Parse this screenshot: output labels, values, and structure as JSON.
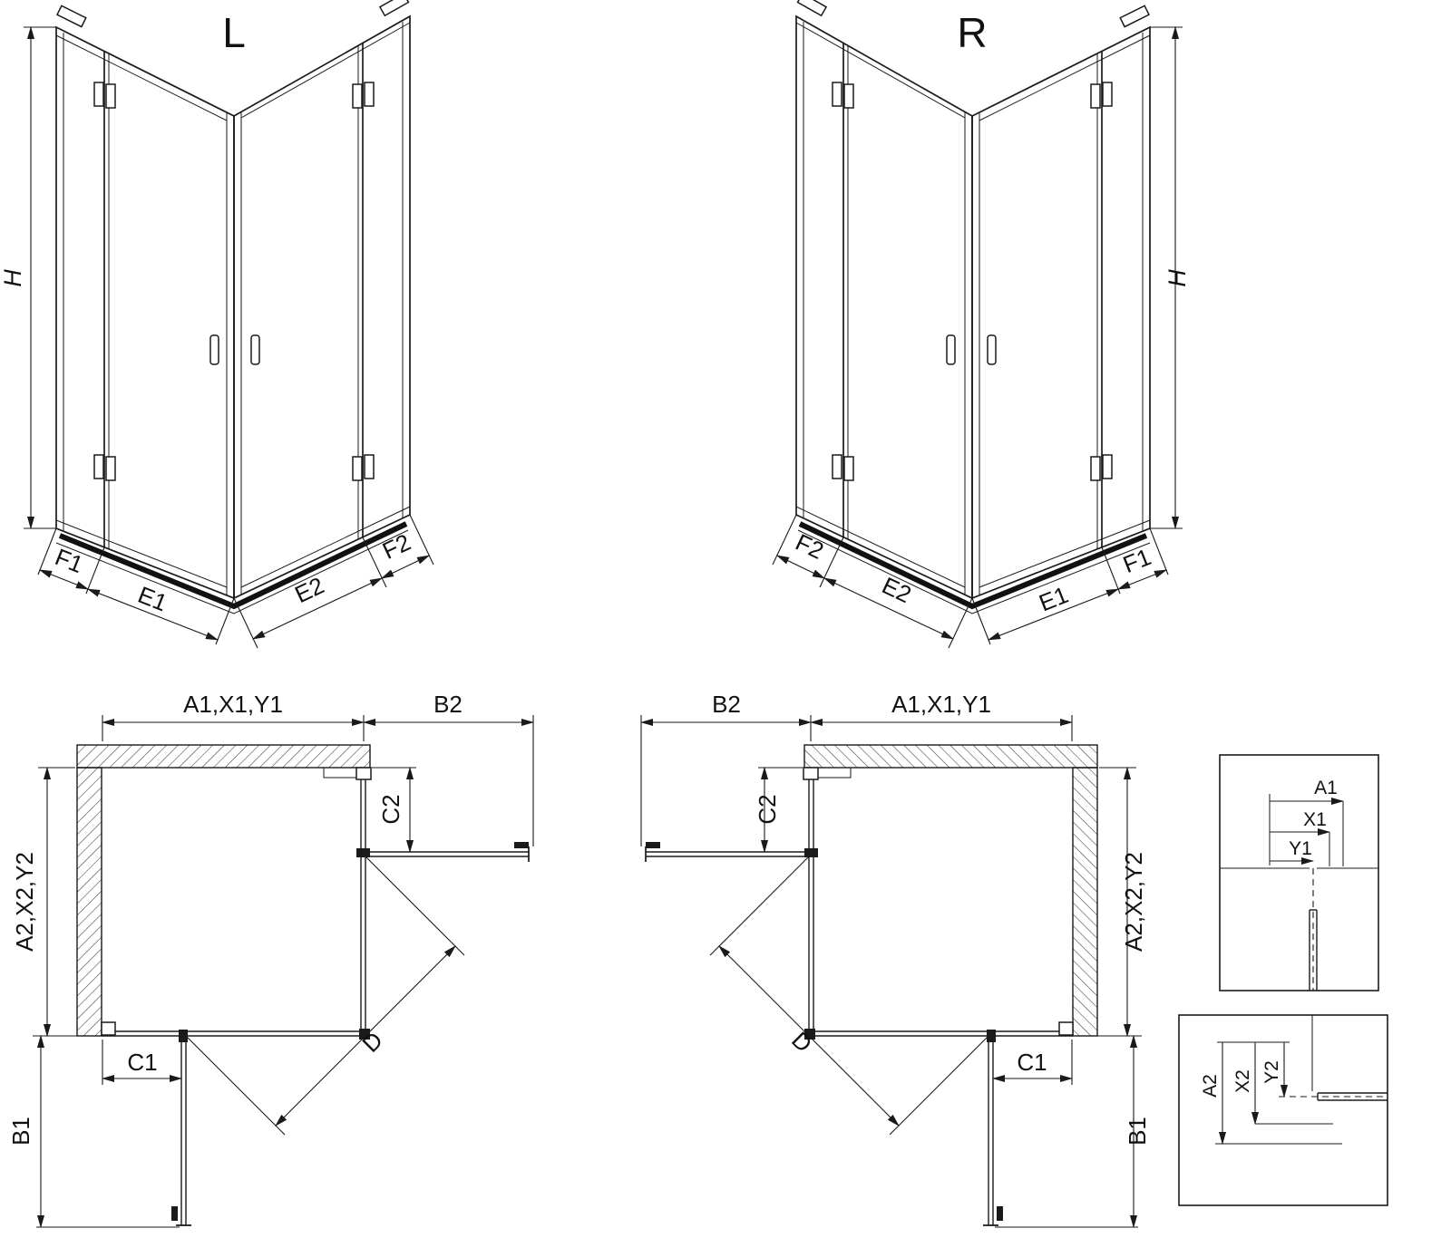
{
  "iso_left": {
    "title": "L",
    "h": "H",
    "f1": "F1",
    "e1": "E1",
    "e2": "E2",
    "f2": "F2"
  },
  "iso_right": {
    "title": "R",
    "h": "H",
    "f1": "F1",
    "e1": "E1",
    "e2": "E2",
    "f2": "F2"
  },
  "plan_left": {
    "width": "A1,X1,Y1",
    "door_side": "B2",
    "depth": "A2,X2,Y2",
    "fixed_side": "C2",
    "fixed_front": "C1",
    "door_front": "B1",
    "entry": "D"
  },
  "plan_right": {
    "width": "A1,X1,Y1",
    "door_side": "B2",
    "depth": "A2,X2,Y2",
    "fixed_side": "C2",
    "fixed_front": "C1",
    "door_front": "B1",
    "entry": "D"
  },
  "detail_top": {
    "a1": "A1",
    "x1": "X1",
    "y1": "Y1"
  },
  "detail_bottom": {
    "a2": "A2",
    "x2": "X2",
    "y2": "Y2"
  }
}
